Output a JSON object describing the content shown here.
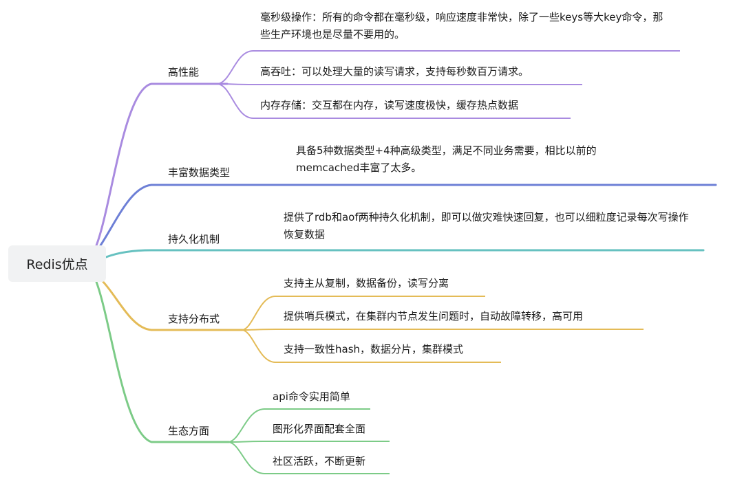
{
  "root": {
    "label": "Redis优点"
  },
  "branches": [
    {
      "label": "高性能",
      "color": "#a98be0",
      "items": [
        "毫秒级操作：所有的命令都在毫秒级，响应速度非常快，除了一些keys等大key命令，那些生产环境也是尽量不要用的。",
        "高吞吐：可以处理大量的读写请求，支持每秒数百万请求。",
        "内存存储：交互都在内存，读写速度极快，缓存热点数据"
      ]
    },
    {
      "label": "丰富数据类型",
      "color": "#6d7fd6",
      "items": [
        "具备5种数据类型+4种高级类型，满足不同业务需要，相比以前的memcached丰富了太多。"
      ]
    },
    {
      "label": "持久化机制",
      "color": "#66c1c0",
      "items": [
        "提供了rdb和aof两种持久化机制，即可以做灾难快速回复，也可以细粒度记录每次写操作恢复数据"
      ]
    },
    {
      "label": "支持分布式",
      "color": "#e4bb57",
      "items": [
        "支持主从复制，数据备份，读写分离",
        "提供哨兵模式，在集群内节点发生问题时，自动故障转移，高可用",
        "支持一致性hash，数据分片，集群模式"
      ]
    },
    {
      "label": "生态方面",
      "color": "#7ccb87",
      "items": [
        "api命令实用简单",
        "图形化界面配套全面",
        "社区活跃，不断更新"
      ]
    }
  ]
}
